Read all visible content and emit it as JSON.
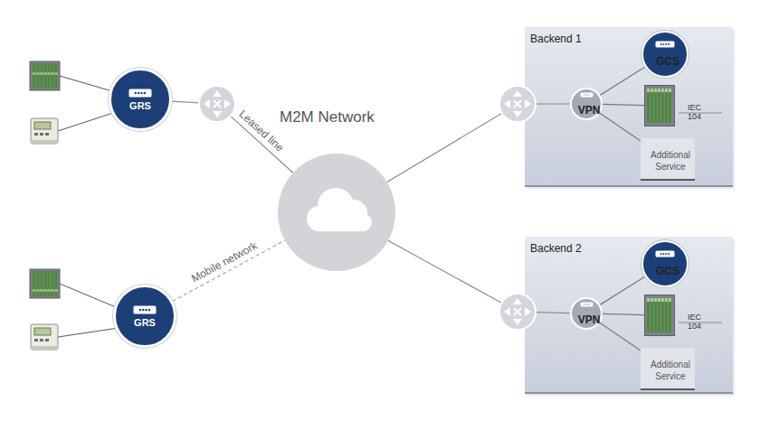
{
  "diagram": {
    "nodes": [
      {
        "text": [
          "GRS"
        ]
      },
      {
        "text": [
          "GRS"
        ]
      },
      {
        "text": [
          "M2M Network"
        ]
      },
      {
        "text": [
          "Backend 1"
        ]
      },
      {
        "text": [
          "GCS"
        ],
        "in": 3
      },
      {
        "text": [
          "VPN"
        ],
        "in": 3
      },
      {
        "text": [
          "IEC 104"
        ],
        "in": 3
      },
      {
        "text": [
          "Additional Service"
        ],
        "in": 3
      },
      {
        "text": [
          "Backend 2"
        ]
      },
      {
        "text": [
          "GCS"
        ],
        "in": 8
      },
      {
        "text": [
          "VPN"
        ],
        "in": 8
      },
      {
        "text": [
          "IEC 104"
        ],
        "in": 8
      },
      {
        "text": [
          "Additional Service"
        ],
        "in": 8
      }
    ],
    "edges": [
      {
        "from": 0,
        "to": 2,
        "label": "Leased line",
        "arrow": "none"
      },
      {
        "from": 1,
        "to": 2,
        "label": "Mobile network",
        "arrow": "none"
      },
      {
        "from": 2,
        "to": 5,
        "arrow": "none"
      },
      {
        "from": 2,
        "to": 10,
        "arrow": "none"
      },
      {
        "from": 5,
        "to": 4,
        "arrow": "none"
      },
      {
        "from": 5,
        "to": 6,
        "arrow": "none"
      },
      {
        "from": 5,
        "to": 7,
        "arrow": "none"
      },
      {
        "from": 10,
        "to": 9,
        "arrow": "none"
      },
      {
        "from": 10,
        "to": 11,
        "arrow": "none"
      },
      {
        "from": 10,
        "to": 12,
        "arrow": "none"
      }
    ]
  }
}
